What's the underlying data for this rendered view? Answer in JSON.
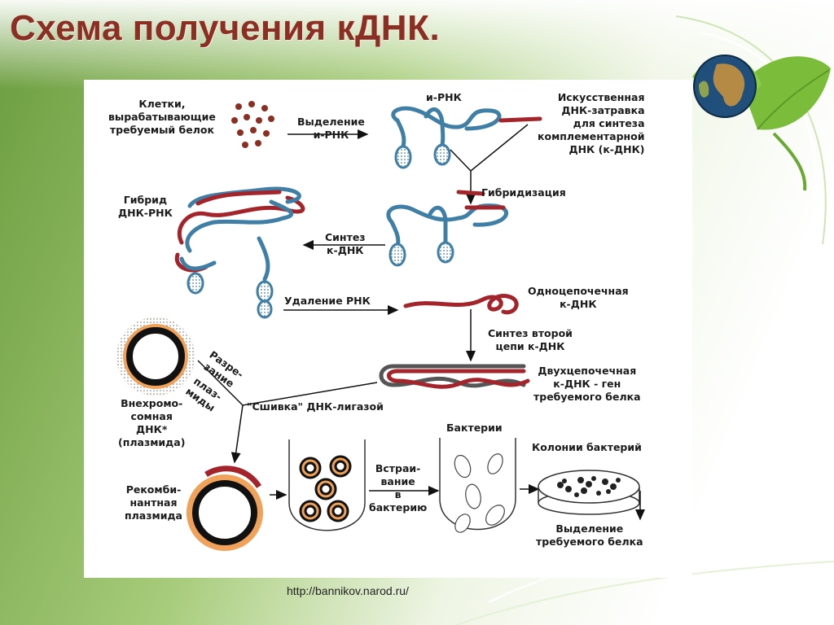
{
  "slide": {
    "title": "Схема получения кДНК.",
    "url": "http://bannikov.narod.ru/"
  },
  "colors": {
    "title": "#8b2f23",
    "mrna": "#3f7fa6",
    "dna": "#a3242a",
    "ring_outer": "#f0a25a",
    "background_green": "#7fae52"
  },
  "labels": {
    "cells": "Клетки,\nвырабатывающие\nтребуемый белок",
    "isolation": "Выделение\nи-РНК",
    "mrna": "и-РНК",
    "primer": "Искусственная\nДНК-затравка\nдля синтеза\nкомплементарной\nДНК (к-ДНК)",
    "hybridization": "Гибридизация",
    "hybrid": "Гибрид\nДНК-РНК",
    "cdna_synthesis": "Синтез\nк-ДНК",
    "rna_removal": "Удаление РНК",
    "single_strand": "Одноцепочечная\nк-ДНК",
    "second_strand": "Синтез второй\nцепи к-ДНК",
    "double_strand": "Двухцепочечная\nк-ДНК - ген\nтребуемого белка",
    "cutting_1": "Разре-\nзание",
    "cutting_2": "плаз-\nмиды",
    "ligation": "\"Сшивка\" ДНК-лигазой",
    "plasmid": "Внехромо-\nсомная\nДНК*\n(плазмида)",
    "recombinant": "Рекомби-\nнантная\nплазмида",
    "insertion": "Встраи-\nвание\nв\nбактерию",
    "bacteria": "Бактерии",
    "colonies": "Колонии бактерий",
    "protein_isolation": "Выделение\nтребуемого белка"
  }
}
